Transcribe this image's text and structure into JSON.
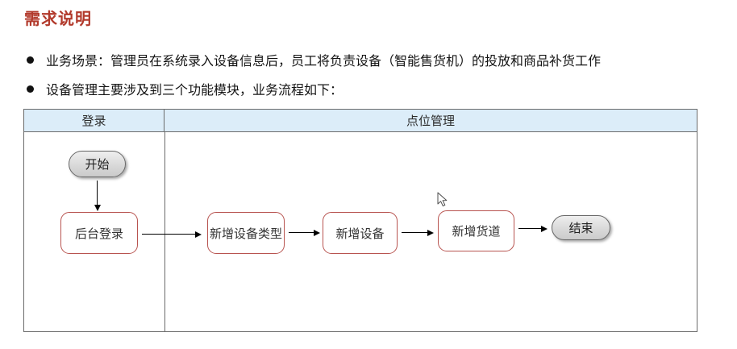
{
  "document": {
    "title": "需求说明",
    "bullets": [
      "业务场景：管理员在系统录入设备信息后，员工将负责设备（智能售货机）的投放和商品补货工作",
      "设备管理主要涉及到三个功能模块，业务流程如下："
    ]
  },
  "flowchart": {
    "lanes": [
      {
        "label": "登录"
      },
      {
        "label": "点位管理"
      }
    ],
    "nodes": [
      {
        "id": "start",
        "label": "开始",
        "type": "terminator",
        "lane": "登录"
      },
      {
        "id": "backend-login",
        "label": "后台登录",
        "type": "process",
        "lane": "登录"
      },
      {
        "id": "add-device-type",
        "label": "新增设备类型",
        "type": "process",
        "lane": "点位管理"
      },
      {
        "id": "add-device",
        "label": "新增设备",
        "type": "process",
        "lane": "点位管理"
      },
      {
        "id": "add-channel",
        "label": "新增货道",
        "type": "process",
        "lane": "点位管理"
      },
      {
        "id": "end",
        "label": "结束",
        "type": "terminator",
        "lane": "点位管理"
      }
    ],
    "edges": [
      {
        "from": "start",
        "to": "backend-login"
      },
      {
        "from": "backend-login",
        "to": "add-device-type"
      },
      {
        "from": "add-device-type",
        "to": "add-device"
      },
      {
        "from": "add-device",
        "to": "add-channel"
      },
      {
        "from": "add-channel",
        "to": "end"
      }
    ],
    "colors": {
      "title_red": "#b23a2c",
      "lane_header_bg": "#dcedf9",
      "table_border": "#6b6b6b",
      "process_border": "#b85450",
      "terminator_fill": "#d9d9d9",
      "arrow": "#000000"
    }
  }
}
